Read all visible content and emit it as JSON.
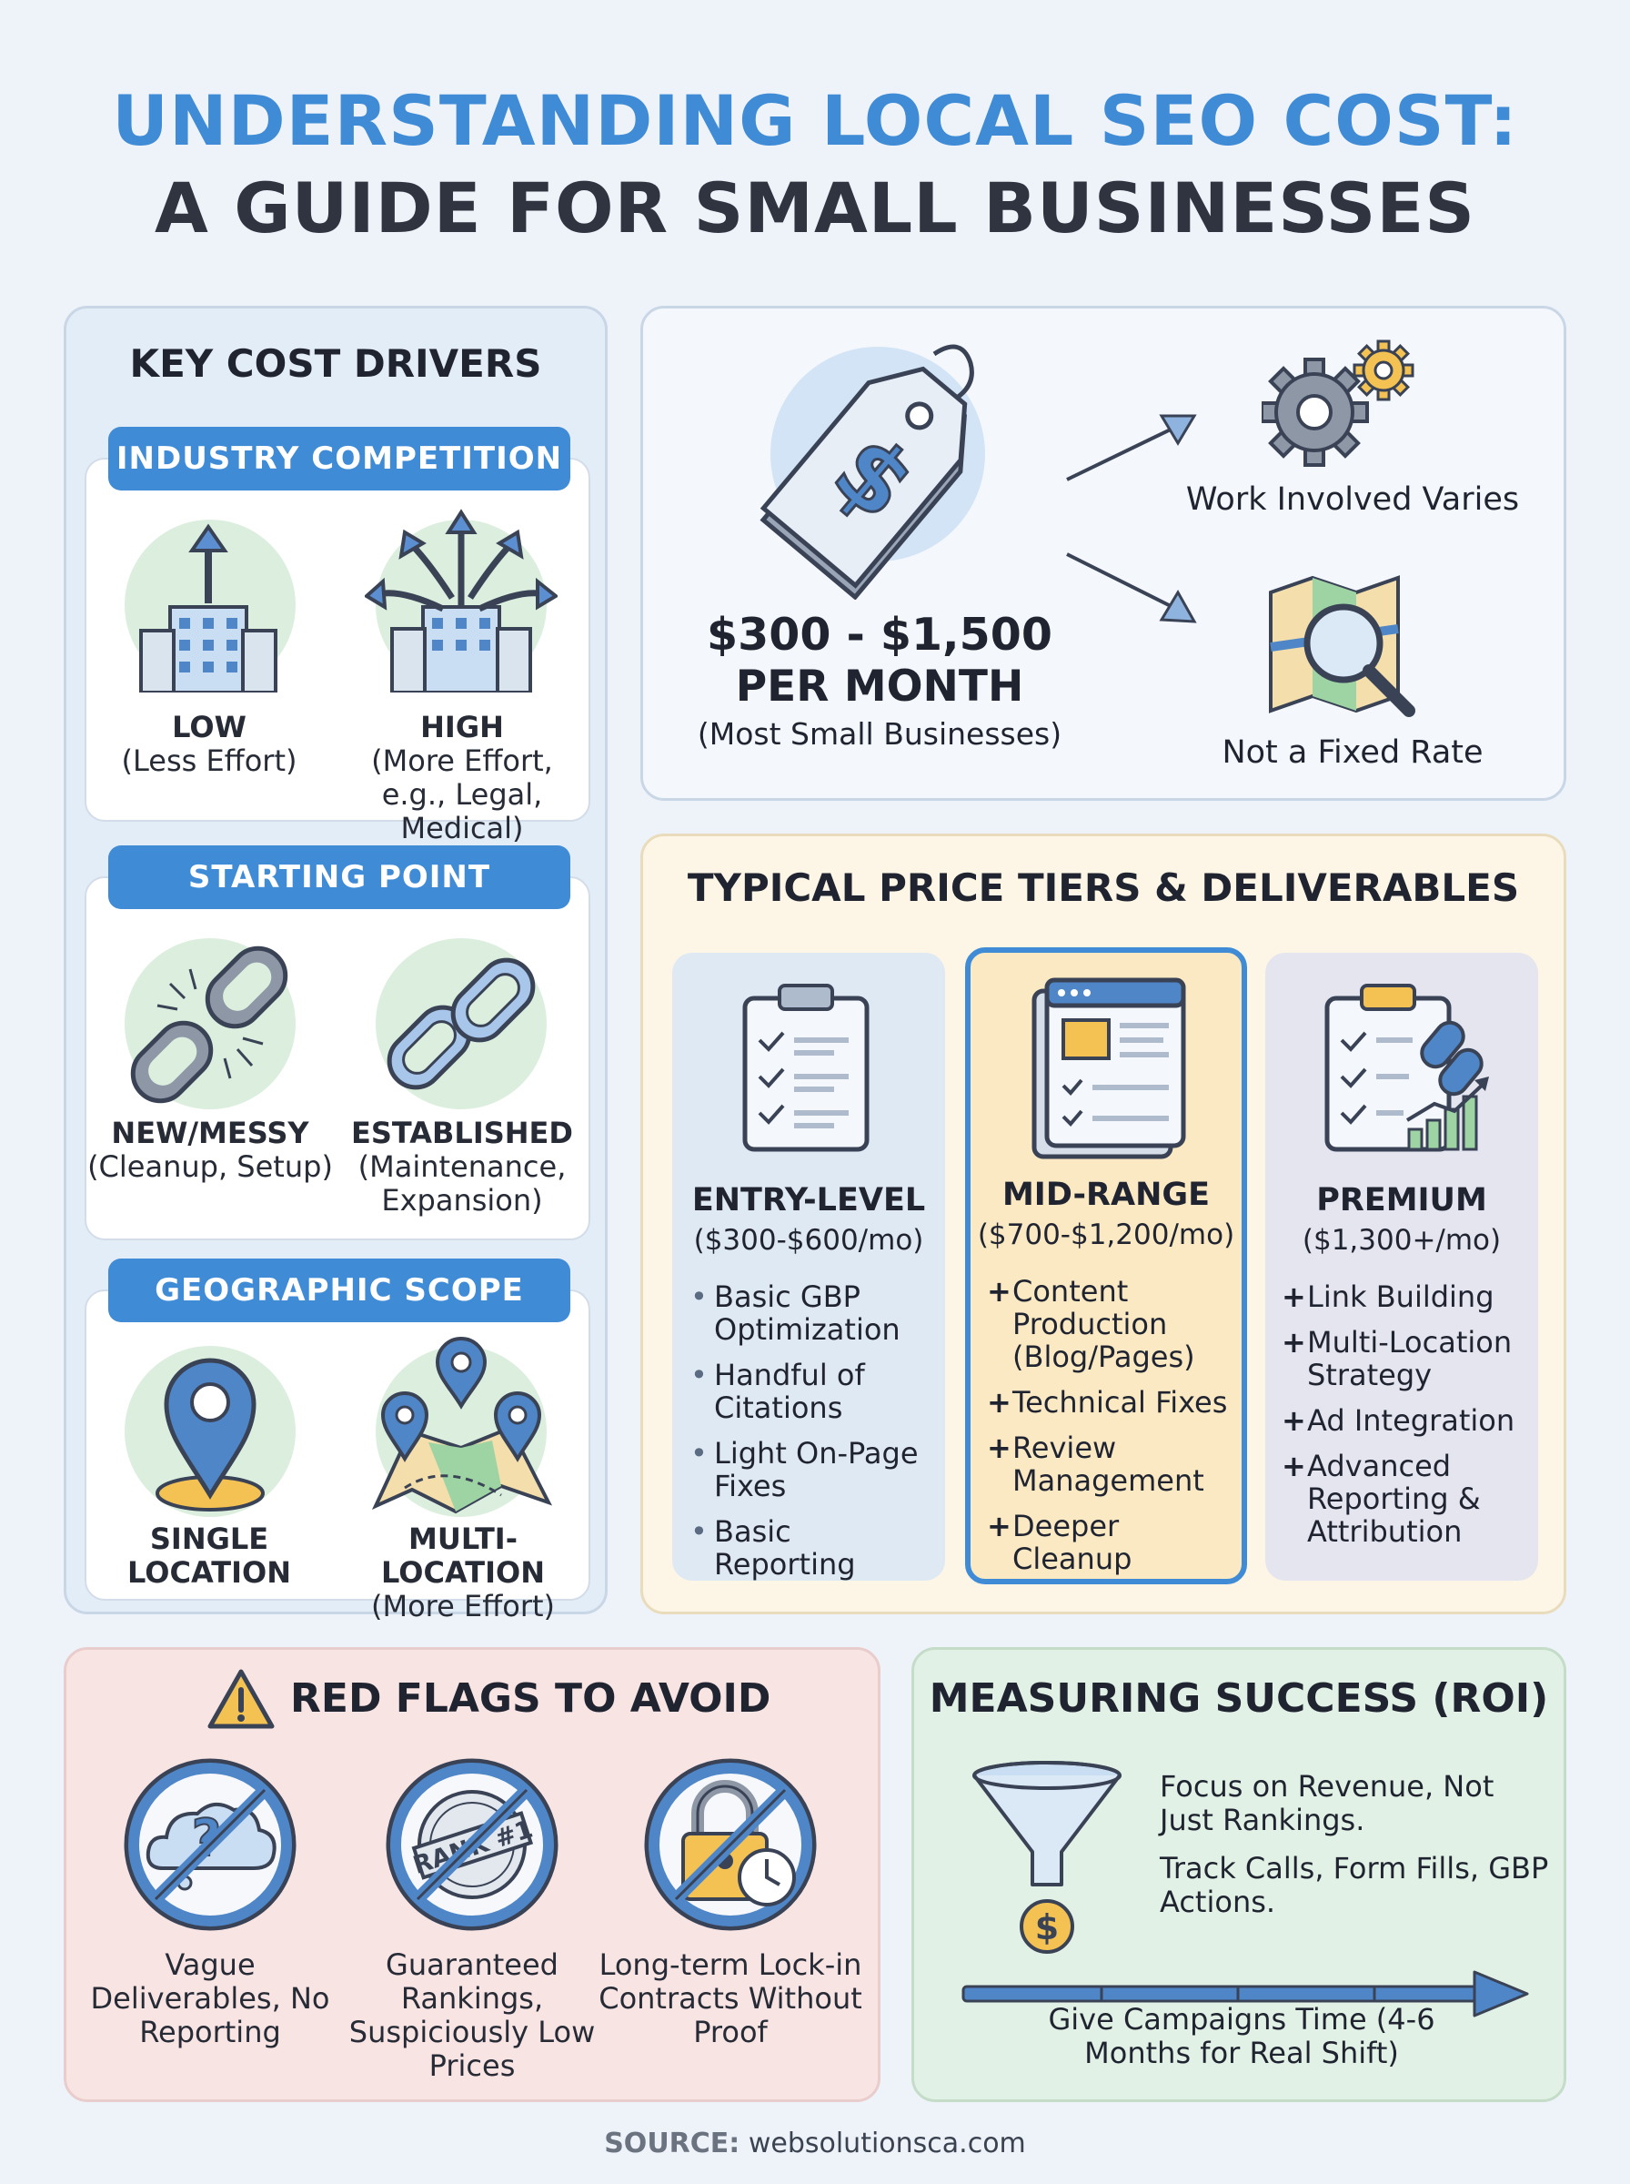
{
  "title": {
    "line1": "UNDERSTANDING LOCAL SEO COST:",
    "line2": "A GUIDE FOR SMALL BUSINESSES"
  },
  "drivers": {
    "heading": "KEY COST DRIVERS",
    "sections": [
      {
        "pill": "INDUSTRY COMPETITION",
        "left": {
          "title": "LOW",
          "sub": "(Less Effort)",
          "icon": "building-arrow-icon"
        },
        "right": {
          "title": "HIGH",
          "sub": "(More Effort, e.g., Legal, Medical)",
          "icon": "building-multi-arrow-icon"
        }
      },
      {
        "pill": "STARTING POINT",
        "left": {
          "title": "NEW/MESSY",
          "sub": "(Cleanup, Setup)",
          "icon": "broken-chain-icon"
        },
        "right": {
          "title": "ESTABLISHED",
          "sub": "(Maintenance, Expansion)",
          "icon": "chain-link-icon"
        }
      },
      {
        "pill": "GEOGRAPHIC SCOPE",
        "left": {
          "title": "SINGLE LOCATION",
          "sub": "",
          "icon": "map-pin-icon"
        },
        "right": {
          "title": "MULTI-LOCATION",
          "sub": "(More Effort)",
          "icon": "multi-pin-map-icon"
        }
      }
    ]
  },
  "price": {
    "range": "$300 - $1,500",
    "period": "PER MONTH",
    "note": "(Most Small Businesses)",
    "point1": "Work Involved Varies",
    "point2": "Not a Fixed Rate"
  },
  "tiers": {
    "heading": "TYPICAL PRICE TIERS & DELIVERABLES",
    "entry": {
      "name": "ENTRY-LEVEL",
      "price": "($300-$600/mo)",
      "items": [
        "Basic GBP Optimization",
        "Handful of Citations",
        "Light On-Page Fixes",
        "Basic Reporting"
      ]
    },
    "mid": {
      "name": "MID-RANGE",
      "price": "($700-$1,200/mo)",
      "items": [
        "Content Production (Blog/Pages)",
        "Technical Fixes",
        "Review Management",
        "Deeper Cleanup"
      ]
    },
    "premium": {
      "name": "PREMIUM",
      "price": "($1,300+/mo)",
      "items": [
        "Link Building",
        "Multi-Location Strategy",
        "Ad Integration",
        "Advanced Reporting & Attribution"
      ]
    }
  },
  "flags": {
    "heading": "RED FLAGS TO AVOID",
    "items": [
      {
        "label": "Vague Deliverables, No Reporting",
        "icon": "vague-cloud-icon"
      },
      {
        "label": "Guaranteed Rankings, Suspiciously Low Prices",
        "icon": "guarantee-stamp-icon"
      },
      {
        "label": "Long-term Lock-in Contracts Without Proof",
        "icon": "padlock-clock-icon"
      }
    ],
    "stamp_text": "RANK #1"
  },
  "roi": {
    "heading": "MEASURING SUCCESS (ROI)",
    "point1": "Focus on Revenue, Not Just Rankings.",
    "point2": "Track Calls, Form Fills, GBP Actions.",
    "timeline": "Give Campaigns Time (4-6 Months for Real Shift)"
  },
  "source": {
    "label": "SOURCE:",
    "value": "websolutionsca.com"
  },
  "colors": {
    "accent": "#3f8bd6",
    "ink": "#2f3440",
    "icon_blue": "#5b8fd1",
    "icon_green": "#dcefdf"
  }
}
